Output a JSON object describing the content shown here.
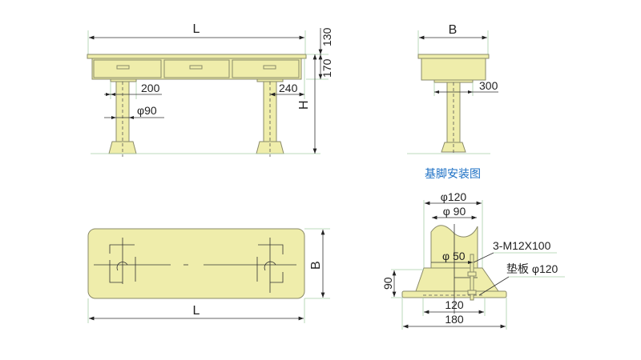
{
  "front_view": {
    "length_label": "L",
    "dim_leg_plate": "200",
    "dim_leg_dia": "φ90",
    "dim_offset": "240",
    "dim_top": "130",
    "dim_drawer": "170",
    "height_label": "H"
  },
  "side_view": {
    "width_label": "B",
    "dim_plate": "300"
  },
  "foundation_detail": {
    "title": "基脚安装图",
    "dim_outer": "φ120",
    "dim_column": "φ 90",
    "dim_bolt_circle": "φ 50",
    "bolt_spec": "3-M12X100",
    "pad_spec": "垫板 φ120",
    "dim_height": "90",
    "dim_base_inner": "120",
    "dim_base_outer": "180"
  },
  "plan_view": {
    "width_label": "B",
    "length_label": "L"
  },
  "colors": {
    "fill": "#efedab",
    "title": "#1b6fc4"
  }
}
